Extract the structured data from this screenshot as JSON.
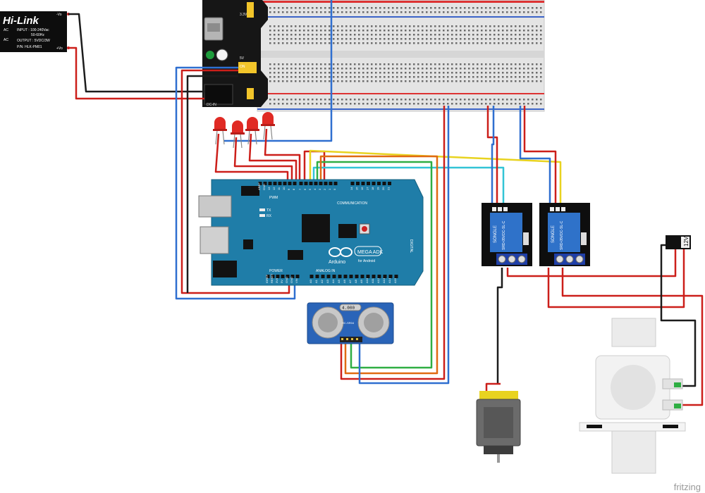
{
  "hilink": {
    "brand": "Hi-Link",
    "pin_ac1": "AC",
    "pin_ac2": "AC",
    "pin_vo_neg": "-Vo",
    "pin_vo_pos": "+Vo",
    "input_spec": "INPUT : 100-240Vac",
    "freq_spec": "50-60Hz",
    "output_spec": "OUTPUT : 5VDC/3W",
    "part_number": "P/N: HLK-PM01"
  },
  "power_module": {
    "jack_label": "DC-IN",
    "jumper_on": "ON",
    "volt_5": "5V",
    "volt_33": "3.3V"
  },
  "arduino": {
    "board_name": "MEGA ADK",
    "board_sub": "for Android",
    "brand": "Arduino",
    "pwm_label": "PWM",
    "comm_label": "COMMUNICATION",
    "analog_label": "ANALOG IN",
    "power_label": "POWER",
    "tx_label": "TX",
    "rx_label": "RX",
    "digital_label": "DIGITAL",
    "header_top_left": [
      "AREF",
      "GND",
      "13",
      "12",
      "11",
      "10",
      "9",
      "8"
    ],
    "header_top_mid": [
      "7",
      "6",
      "5",
      "4",
      "3",
      "2",
      "1",
      "0"
    ],
    "header_top_comm": [
      "14",
      "15",
      "16",
      "17",
      "18",
      "19",
      "20",
      "21"
    ],
    "header_bottom_power": [
      "IOREF",
      "RESET",
      "3V3",
      "5V",
      "GND",
      "GND",
      "VIN"
    ],
    "header_bottom_analog": [
      "A0",
      "A1",
      "A2",
      "A3",
      "A4",
      "A5",
      "A6",
      "A7",
      "A8",
      "A9",
      "A10",
      "A11",
      "A12",
      "A13",
      "A14",
      "A15"
    ]
  },
  "ultrasonic": {
    "crystal": "4.000",
    "model": "HC-SR04"
  },
  "relays": [
    {
      "brand": "SONGLE",
      "rating": "SRD-05VDC-SL-C"
    },
    {
      "brand": "SONGLE",
      "rating": "SRD-05VDC-SL-C"
    }
  ],
  "battery": {
    "label": "12V"
  },
  "watermark": "fritzing",
  "colors": {
    "wire_red": "#cc1f1a",
    "wire_black": "#1c1c1c",
    "wire_blue": "#2f6fd0",
    "wire_yellow": "#e8d320",
    "wire_green": "#2fae43",
    "wire_cyan": "#32c4d6",
    "wire_orange": "#e06a12",
    "board_teal": "#1f7da8",
    "relay_blue": "#2f72c9",
    "breadboard": "#e6e6e6"
  },
  "icons": [
    "arduino-logo-icon",
    "usb-port-icon",
    "dc-jack-icon",
    "led-icon",
    "motor-icon",
    "valve-icon"
  ]
}
